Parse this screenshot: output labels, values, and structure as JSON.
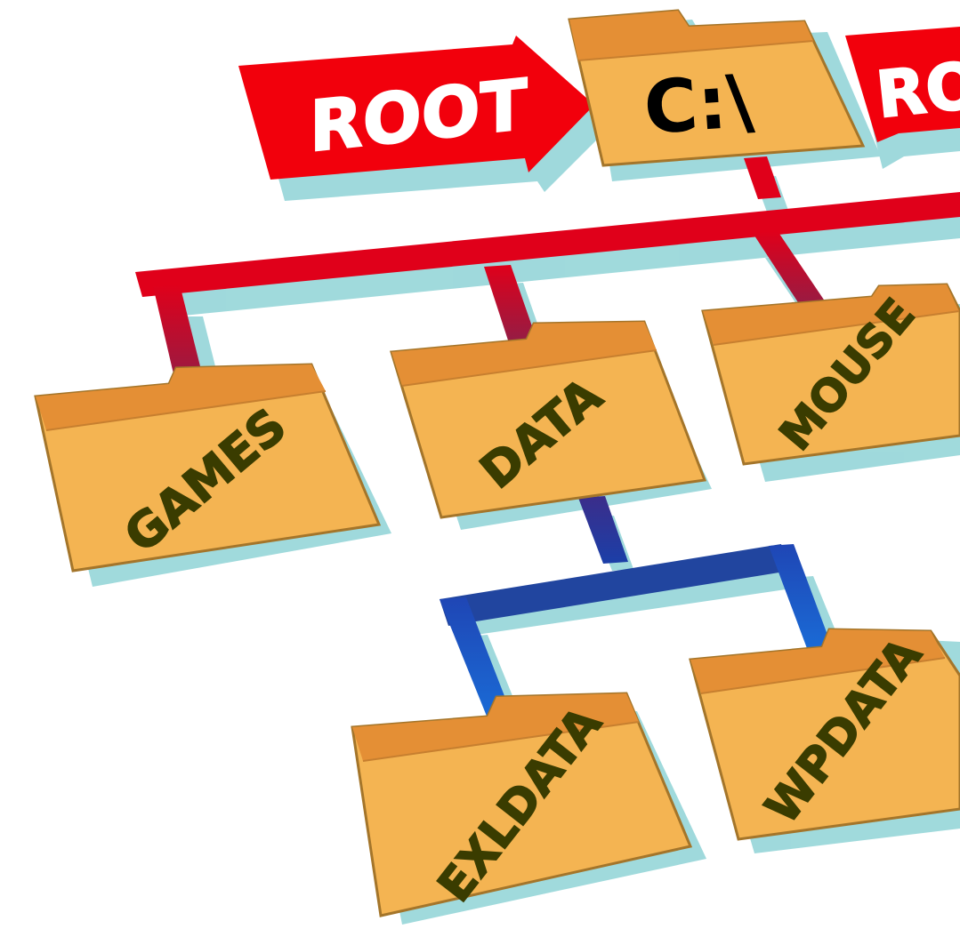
{
  "diagram": {
    "root_arrow_left": "ROOT",
    "root_arrow_right": "RO",
    "root_folder": "C:\\",
    "level1": [
      "GAMES",
      "DATA",
      "MOUSE"
    ],
    "level2": [
      "EXLDATA",
      "WPDATA"
    ]
  },
  "colors": {
    "folder_body": "#f4b452",
    "folder_tab": "#e48f35",
    "folder_outline": "#a4752a",
    "shadow": "#8fd3d6",
    "arrow_red": "#f2000c",
    "connector_red": "#d0061c",
    "connector_blue": "#1f4fbf",
    "label_text": "#3a3c00"
  }
}
